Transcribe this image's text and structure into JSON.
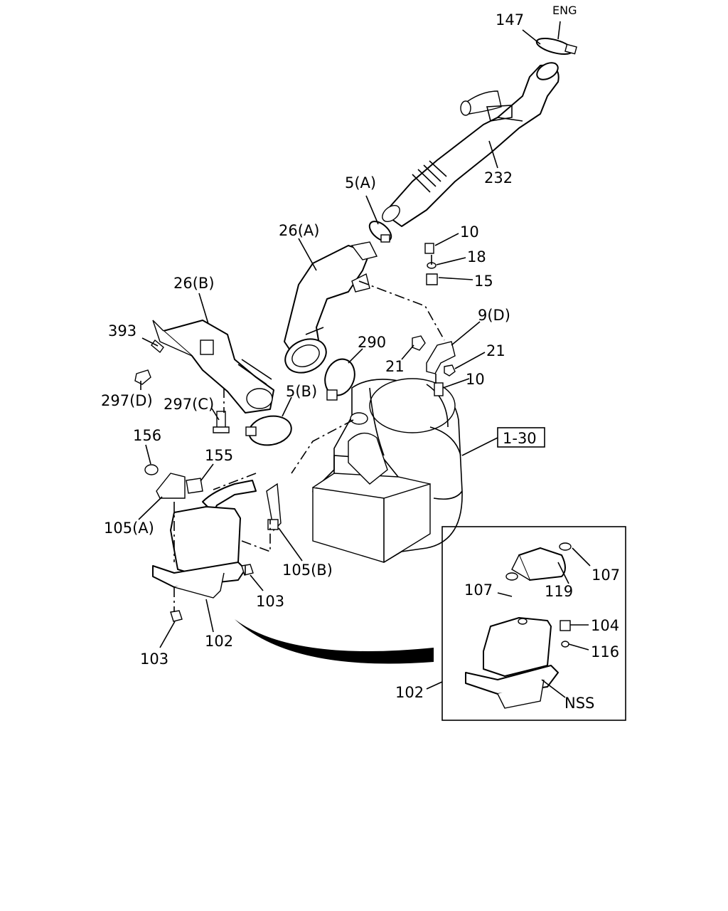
{
  "direction_label": "ENG",
  "labels": {
    "l147": "147",
    "l232": "232",
    "l5a": "5(A)",
    "l26a": "26(A)",
    "l10a": "10",
    "l18": "18",
    "l15": "15",
    "l26b": "26(B)",
    "l9d": "9(D)",
    "l393": "393",
    "l290": "290",
    "l21a": "21",
    "l21b": "21",
    "l10b": "10",
    "l297d": "297(D)",
    "l297c": "297(C)",
    "l5b": "5(B)",
    "l130": "1-30",
    "l156": "156",
    "l155": "155",
    "l105a": "105(A)",
    "l105b": "105(B)",
    "l103a": "103",
    "l103b": "103",
    "l102a": "102",
    "l107a": "107",
    "l107b": "107",
    "l119": "119",
    "l104": "104",
    "l116": "116",
    "l102b": "102",
    "lnss": "NSS"
  }
}
